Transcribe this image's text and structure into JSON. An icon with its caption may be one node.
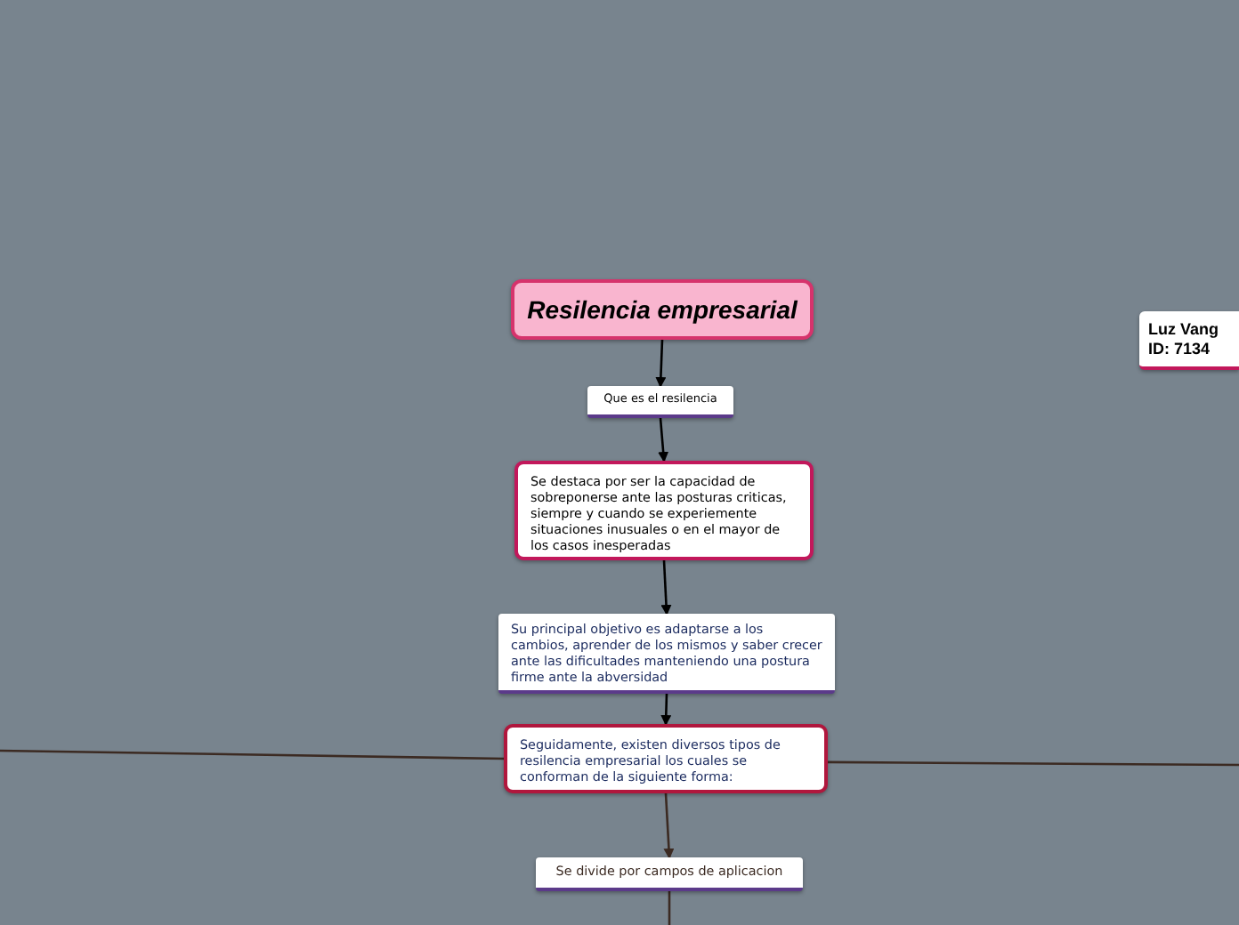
{
  "diagram": {
    "nodes": [
      {
        "text": [
          "Resilencia empresarial"
        ]
      },
      {
        "text": [
          "Que es el resilencia"
        ]
      },
      {
        "text": [
          "Se destaca por ser la capacidad de sobreponerse ante las posturas criticas, siempre y cuando se experiemente situaciones inusuales o en el mayor de los casos inesperadas"
        ]
      },
      {
        "text": [
          "Su principal objetivo es adaptarse a los cambios, aprender de los mismos y saber crecer ante las dificultades manteniendo una postura firme ante la abversidad"
        ]
      },
      {
        "text": [
          "Seguidamente, existen diversos tipos de resilencia empresarial los cuales se conforman de la siguiente forma:"
        ]
      },
      {
        "text": [
          "Se divide por campos de aplicacion"
        ]
      },
      {
        "text": [
          "Luz Vang",
          "ID: 7134"
        ]
      }
    ],
    "edges": [
      {
        "from": 0,
        "to": 1,
        "arrow": "to"
      },
      {
        "from": 1,
        "to": 2,
        "arrow": "to"
      },
      {
        "from": 2,
        "to": 3,
        "arrow": "to"
      },
      {
        "from": 3,
        "to": 4,
        "arrow": "to"
      },
      {
        "from": 4,
        "to": 5,
        "arrow": "to",
        "color": "#3b2a22"
      },
      {
        "from": 4,
        "to": null,
        "arrow": "none",
        "color": "#3b2a22"
      },
      {
        "from": 4,
        "to": null,
        "arrow": "none",
        "color": "#3b2a22"
      },
      {
        "from": 5,
        "to": null,
        "arrow": "none",
        "color": "#3b2a22"
      }
    ]
  }
}
